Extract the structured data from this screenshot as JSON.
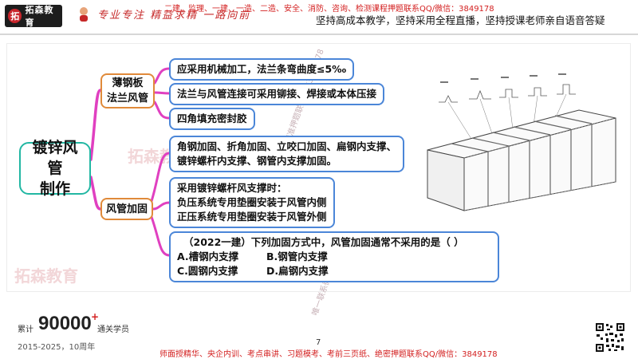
{
  "header": {
    "logo_text": "拓森教育",
    "logo_mark": "拓",
    "slogan": "专业专注 精益求精 一路向前",
    "red_line": "二建、监理、一建、一造、二造、安全、消防、咨询、检测课程押题联系QQ/微信：3849178",
    "black_line": "坚持高成本教学，坚持采用全程直播，坚持授课老师亲自语音答疑"
  },
  "watermarks": {
    "logo": "拓森教育",
    "contact": "精准押题联系微信3849178",
    "contact2": "唯一联系微信3849178"
  },
  "mindmap": {
    "root": "镀锌风管制作",
    "branches": [
      {
        "label": "薄钢板法兰风管",
        "leaves": [
          "应采用机械加工，法兰条弯曲度≤5‰",
          "法兰与风管连接可采用铆接、焊接或本体压接",
          "四角填充密封胶"
        ]
      },
      {
        "label": "风管加固",
        "leaves": [
          [
            "角钢加固、折角加固、立咬口加固、扁钢内支撑、",
            "镀锌螺杆内支撑、钢管内支撑加固。"
          ],
          [
            "采用镀锌螺杆风支撑时：",
            "负压系统专用垫圈安装于风管内侧",
            "正压系统专用垫圈安装于风管外侧"
          ]
        ]
      }
    ],
    "question": {
      "stem": "（2022一建）下列加固方式中，风管加固通常不采用的是（    ）",
      "options": [
        [
          "A.槽钢内支撑",
          "B.钢管内支撑"
        ],
        [
          "C.圆钢内支撑",
          "D.扁钢内支撑"
        ]
      ]
    }
  },
  "footer": {
    "label": "累计",
    "big_number": "90000",
    "sup": "+",
    "tail": "通关学员",
    "years": "2015-2025，10周年",
    "page": "7",
    "red_line": "师面授精华、央企内训、考点串讲、习题模考、考前三页纸、绝密押题联系QQ/微信：3849178"
  },
  "colors": {
    "root_border": "#22b7a3",
    "branch_border": "#e08a3a",
    "leaf_border": "#4b86d8",
    "connector": "#e040c0",
    "accent_red": "#d32020"
  }
}
